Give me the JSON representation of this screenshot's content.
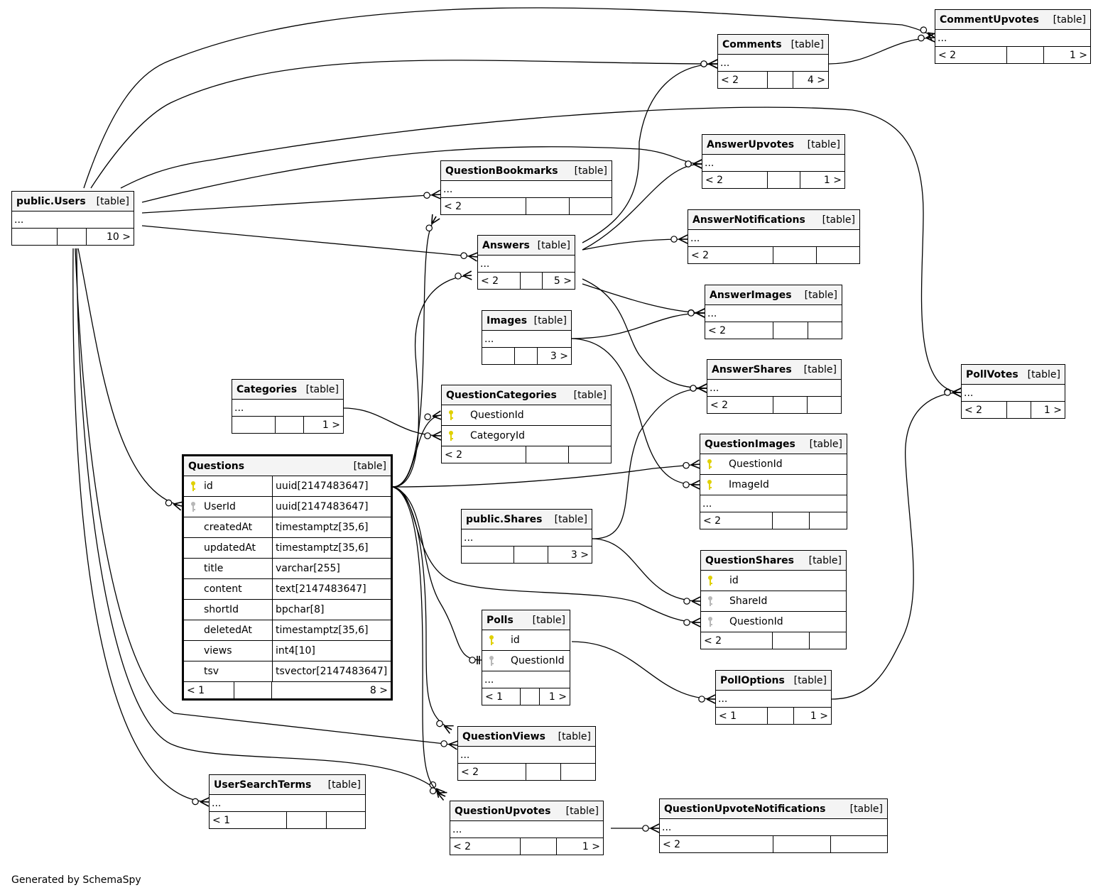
{
  "diagram": {
    "table_label": "[table]",
    "key_colors": {
      "primary": "#e0d000",
      "foreign": "#b8b8b8"
    },
    "tables": [
      {
        "name": "CommentUpvotes",
        "rows": [],
        "footer": [
          "< 2",
          "",
          "1 >"
        ]
      },
      {
        "name": "Comments",
        "rows": [],
        "footer": [
          "< 2",
          "",
          "4 >"
        ]
      },
      {
        "name": "AnswerUpvotes",
        "rows": [],
        "footer": [
          "< 2",
          "",
          "1 >"
        ]
      },
      {
        "name": "QuestionBookmarks",
        "rows": [],
        "footer": [
          "< 2",
          "",
          ""
        ]
      },
      {
        "name": "public.Users",
        "rows": [],
        "footer": [
          "",
          "",
          "10 >"
        ]
      },
      {
        "name": "AnswerNotifications",
        "rows": [],
        "footer": [
          "< 2",
          "",
          ""
        ]
      },
      {
        "name": "Answers",
        "rows": [],
        "footer": [
          "< 2",
          "",
          "5 >"
        ]
      },
      {
        "name": "AnswerImages",
        "rows": [],
        "footer": [
          "< 2",
          "",
          ""
        ]
      },
      {
        "name": "Images",
        "rows": [],
        "footer": [
          "",
          "",
          "3 >"
        ]
      },
      {
        "name": "AnswerShares",
        "rows": [],
        "footer": [
          "< 2",
          "",
          ""
        ]
      },
      {
        "name": "PollVotes",
        "rows": [],
        "footer": [
          "< 2",
          "",
          "1 >"
        ]
      },
      {
        "name": "Categories",
        "rows": [],
        "footer": [
          "",
          "",
          "1 >"
        ]
      },
      {
        "name": "QuestionCategories",
        "rows": [
          {
            "key": "primary",
            "name": "QuestionId"
          },
          {
            "key": "primary",
            "name": "CategoryId"
          }
        ],
        "noEllipsis": true,
        "footer": [
          "< 2",
          "",
          ""
        ]
      },
      {
        "name": "QuestionImages",
        "rows": [
          {
            "key": "primary",
            "name": "QuestionId"
          },
          {
            "key": "primary",
            "name": "ImageId"
          }
        ],
        "footer": [
          "< 2",
          "",
          ""
        ]
      },
      {
        "name": "Questions",
        "focus": true,
        "noEllipsis": true,
        "rows": [
          {
            "key": "primary",
            "name": "id",
            "type": "uuid[2147483647]"
          },
          {
            "key": "foreign",
            "name": "UserId",
            "type": "uuid[2147483647]"
          },
          {
            "key": "",
            "name": "createdAt",
            "type": "timestamptz[35,6]"
          },
          {
            "key": "",
            "name": "updatedAt",
            "type": "timestamptz[35,6]"
          },
          {
            "key": "",
            "name": "title",
            "type": "varchar[255]"
          },
          {
            "key": "",
            "name": "content",
            "type": "text[2147483647]"
          },
          {
            "key": "",
            "name": "shortId",
            "type": "bpchar[8]"
          },
          {
            "key": "",
            "name": "deletedAt",
            "type": "timestamptz[35,6]"
          },
          {
            "key": "",
            "name": "views",
            "type": "int4[10]"
          },
          {
            "key": "",
            "name": "tsv",
            "type": "tsvector[2147483647]"
          }
        ],
        "footer": [
          "< 1",
          "",
          "8 >"
        ]
      },
      {
        "name": "public.Shares",
        "rows": [],
        "footer": [
          "",
          "",
          "3 >"
        ]
      },
      {
        "name": "QuestionShares",
        "rows": [
          {
            "key": "primary",
            "name": "id"
          },
          {
            "key": "foreign",
            "name": "ShareId"
          },
          {
            "key": "foreign",
            "name": "QuestionId"
          }
        ],
        "noEllipsis": true,
        "footer": [
          "< 2",
          "",
          ""
        ]
      },
      {
        "name": "Polls",
        "rows": [
          {
            "key": "primary",
            "name": "id"
          },
          {
            "key": "foreign",
            "name": "QuestionId"
          }
        ],
        "footer": [
          "< 1",
          "",
          "1 >"
        ]
      },
      {
        "name": "PollOptions",
        "rows": [],
        "footer": [
          "< 1",
          "",
          "1 >"
        ]
      },
      {
        "name": "QuestionViews",
        "rows": [],
        "footer": [
          "< 2",
          "",
          ""
        ]
      },
      {
        "name": "UserSearchTerms",
        "rows": [],
        "footer": [
          "< 1",
          "",
          ""
        ]
      },
      {
        "name": "QuestionUpvotes",
        "rows": [],
        "footer": [
          "< 2",
          "",
          "1 >"
        ]
      },
      {
        "name": "QuestionUpvoteNotifications",
        "rows": [],
        "footer": [
          "< 2",
          "",
          ""
        ]
      }
    ],
    "ellipsis": "..."
  },
  "footer_text": "Generated by SchemaSpy"
}
